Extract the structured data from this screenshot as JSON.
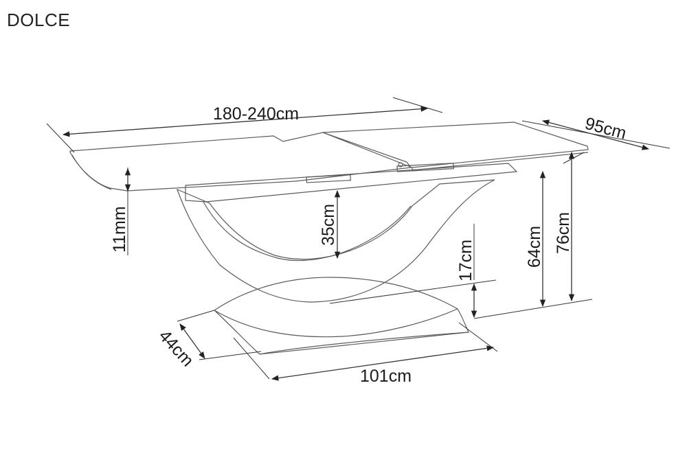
{
  "title": "DOLCE",
  "dimensions": {
    "length": "180-240cm",
    "width": "95cm",
    "top_thickness": "11mm",
    "frame_clearance": "35cm",
    "base_height": "17cm",
    "clear_height": "64cm",
    "total_height": "76cm",
    "base_depth": "44cm",
    "base_length": "101cm"
  }
}
